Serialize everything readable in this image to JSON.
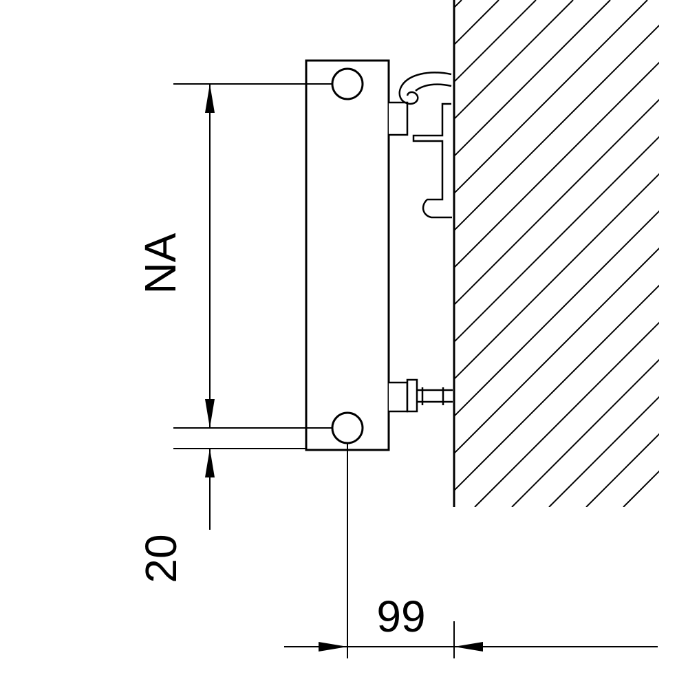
{
  "colors": {
    "ink": "#000000",
    "background": "#ffffff"
  },
  "labels": {
    "hub_distance": "NA",
    "bottom_offset": "20",
    "wall_clearance": "99"
  }
}
